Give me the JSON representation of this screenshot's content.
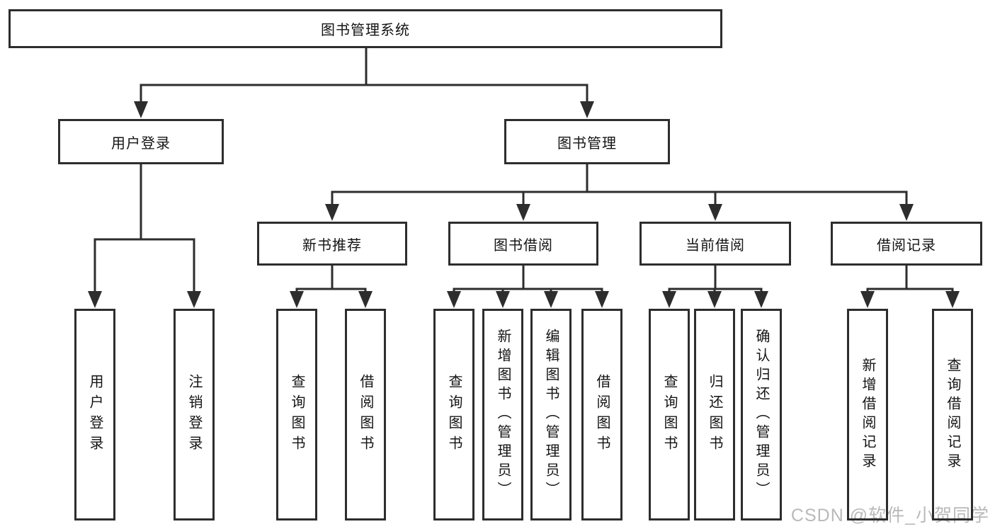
{
  "tree": {
    "label": "图书管理系统",
    "children": [
      {
        "label": "用户登录",
        "children": [
          {
            "label": "用户登录"
          },
          {
            "label": "注销登录"
          }
        ]
      },
      {
        "label": "图书管理",
        "children": [
          {
            "label": "新书推荐",
            "children": [
              {
                "label": "查询图书"
              },
              {
                "label": "借阅图书"
              }
            ]
          },
          {
            "label": "图书借阅",
            "children": [
              {
                "label": "查询图书"
              },
              {
                "label": "新增图书（管理员）"
              },
              {
                "label": "编辑图书（管理员）"
              },
              {
                "label": "借阅图书"
              }
            ]
          },
          {
            "label": "当前借阅",
            "children": [
              {
                "label": "查询图书"
              },
              {
                "label": "归还图书"
              },
              {
                "label": "确认归还（管理员）"
              }
            ]
          },
          {
            "label": "借阅记录",
            "children": [
              {
                "label": "新增借阅记录"
              },
              {
                "label": "查询借阅记录"
              }
            ]
          }
        ]
      }
    ]
  },
  "watermark": {
    "text": "CSDN @软件_小贺同学"
  },
  "colors": {
    "line": "#2d2d2d",
    "box_border": "#2d2d2d",
    "text": "#141414",
    "background": "#ffffff",
    "watermark": "#b9b9b9"
  }
}
